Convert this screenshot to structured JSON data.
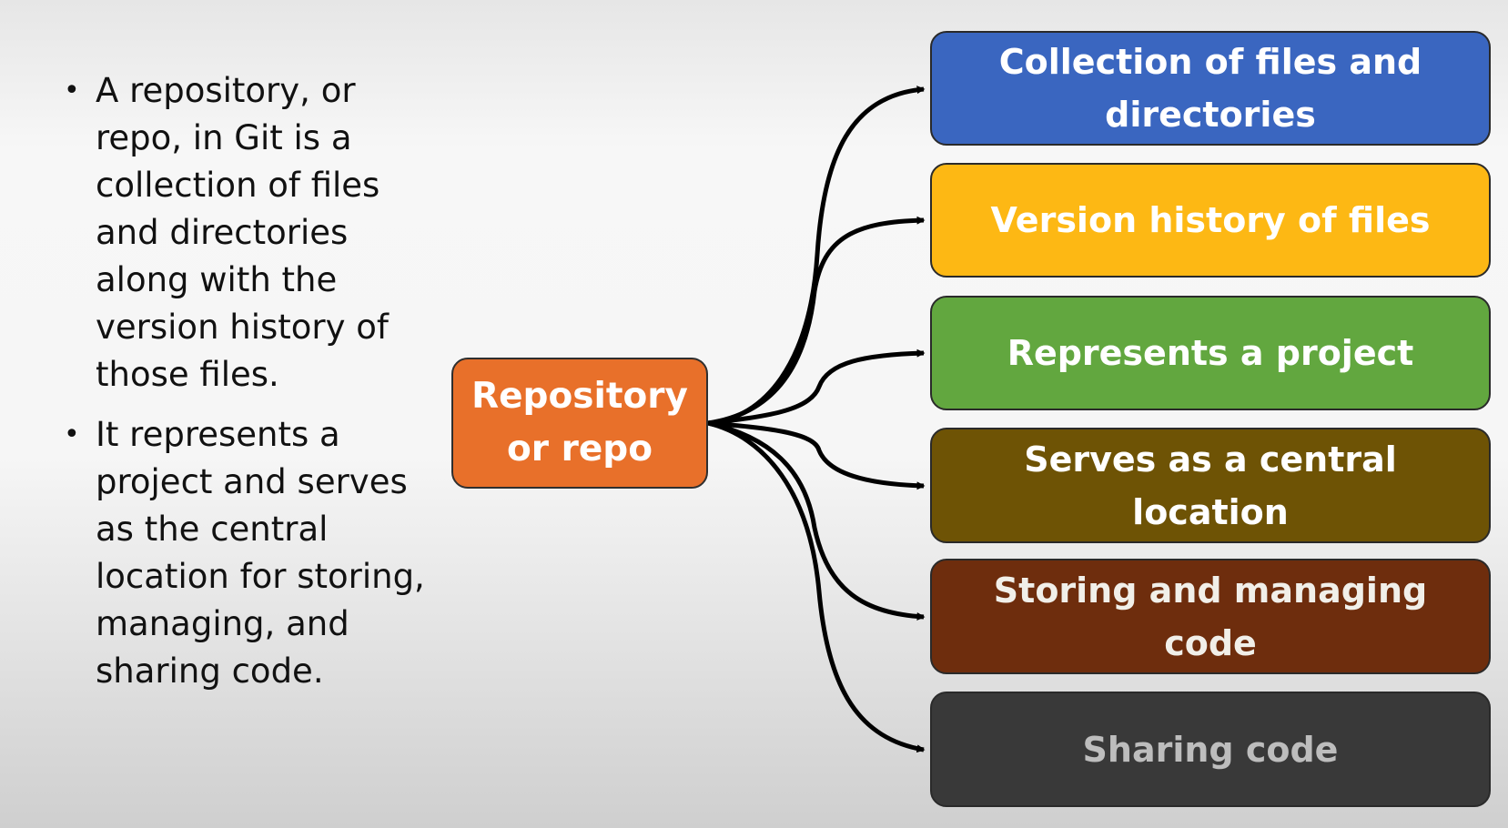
{
  "bullets": [
    "A repository, or repo, in Git is a collection of files and directories along with the version history of those files.",
    "It represents a project and serves as the central location for storing, managing, and sharing code."
  ],
  "bullet_symbol": "•",
  "center": {
    "label": "Repository or repo",
    "color": "#e8702a"
  },
  "targets": [
    {
      "label": "Collection of files and directories",
      "bg": "#3a66c0",
      "fg": "#ffffff"
    },
    {
      "label": "Version history of files",
      "bg": "#fdb814",
      "fg": "#ffffff"
    },
    {
      "label": "Represents a project",
      "bg": "#62a73f",
      "fg": "#ffffff"
    },
    {
      "label": "Serves as a central location",
      "bg": "#6e5305",
      "fg": "#ffffff"
    },
    {
      "label": "Storing and managing code",
      "bg": "#6e2d0d",
      "fg": "#f1efe9"
    },
    {
      "label": "Sharing code",
      "bg": "#393939",
      "fg": "#bdbdbd"
    }
  ],
  "connector_color": "#000000"
}
